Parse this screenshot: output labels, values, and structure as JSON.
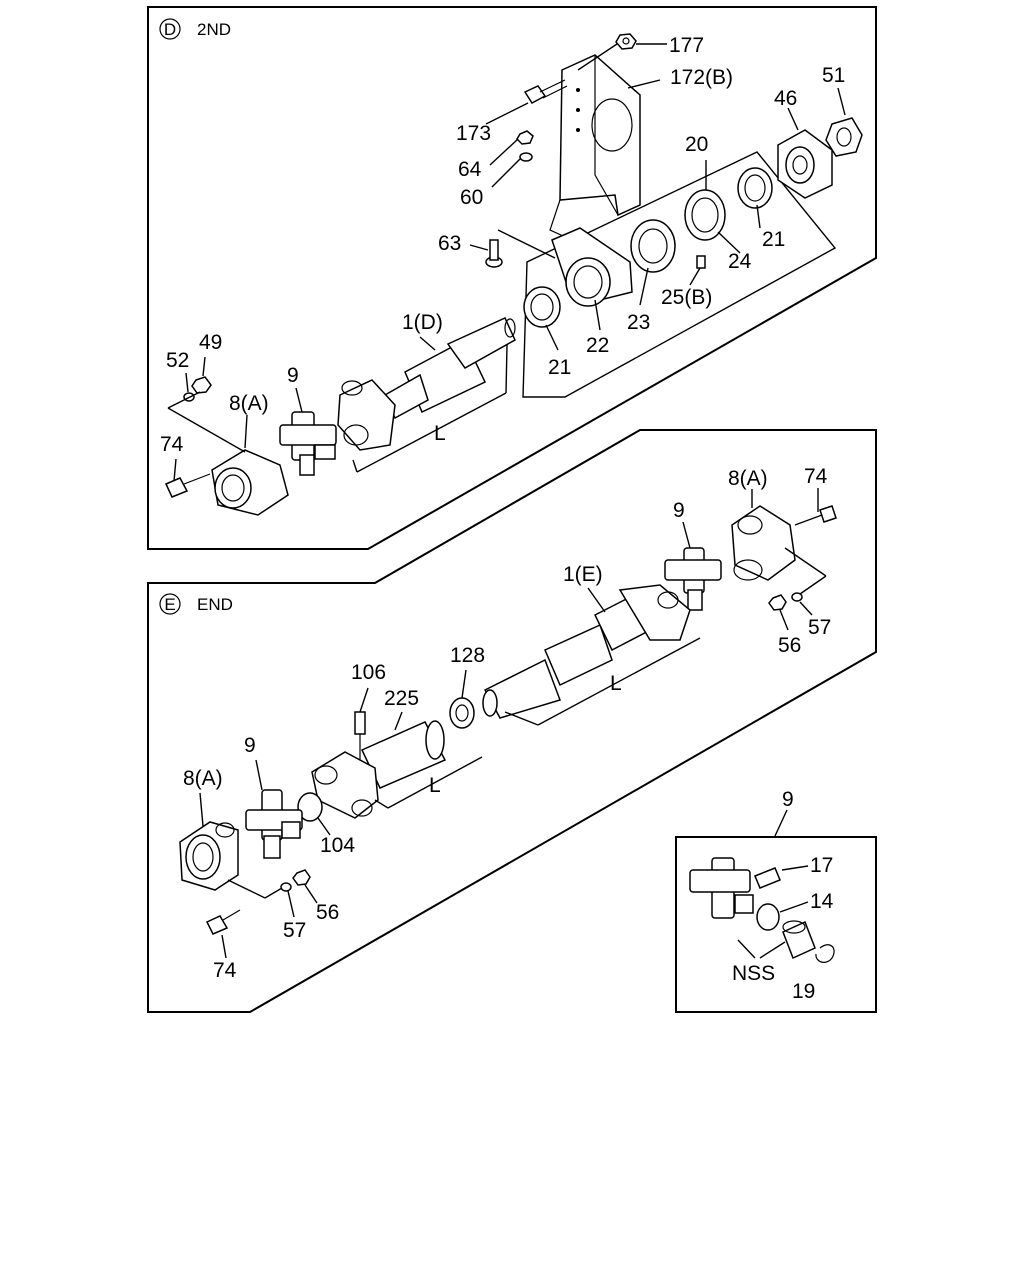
{
  "sections": [
    {
      "badge": "D",
      "title": "2ND"
    },
    {
      "badge": "E",
      "title": "END"
    }
  ],
  "callouts": {
    "d": {
      "p177": "177",
      "p172": "172(B)",
      "p51": "51",
      "p46": "46",
      "p173": "173",
      "p64": "64",
      "p60": "60",
      "p20": "20",
      "p63": "63",
      "p21a": "21",
      "p24": "24",
      "p25": "25(B)",
      "p23": "23",
      "p22": "22",
      "p21b": "21",
      "p1": "1(D)",
      "p49": "49",
      "p52": "52",
      "p9": "9",
      "p8": "8(A)",
      "p74": "74",
      "dimL": "L"
    },
    "e": {
      "p8top": "8(A)",
      "p74top": "74",
      "p9top": "9",
      "p1": "1(E)",
      "p57top": "57",
      "p56top": "56",
      "p128": "128",
      "p106": "106",
      "p225": "225",
      "dimL1": "L",
      "dimL2": "L",
      "p9left": "9",
      "p8left": "8(A)",
      "p104": "104",
      "p56": "56",
      "p57": "57",
      "p74": "74"
    },
    "inset": {
      "p9": "9",
      "p17": "17",
      "p14": "14",
      "nss": "NSS",
      "p19": "19"
    }
  }
}
